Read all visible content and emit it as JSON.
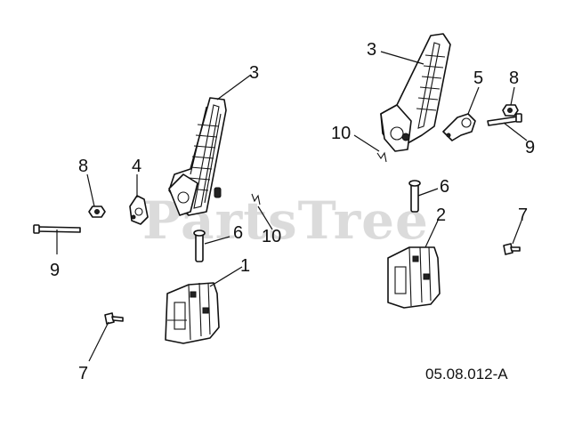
{
  "watermark": "PartsTree",
  "document_number": "05.08.012-A",
  "callouts": {
    "c1": "1",
    "c2": "2",
    "c3a": "3",
    "c3b": "3",
    "c4": "4",
    "c5": "5",
    "c6a": "6",
    "c6b": "6",
    "c7a": "7",
    "c7b": "7",
    "c8a": "8",
    "c8b": "8",
    "c9a": "9",
    "c9b": "9",
    "c10a": "10",
    "c10b": "10"
  }
}
